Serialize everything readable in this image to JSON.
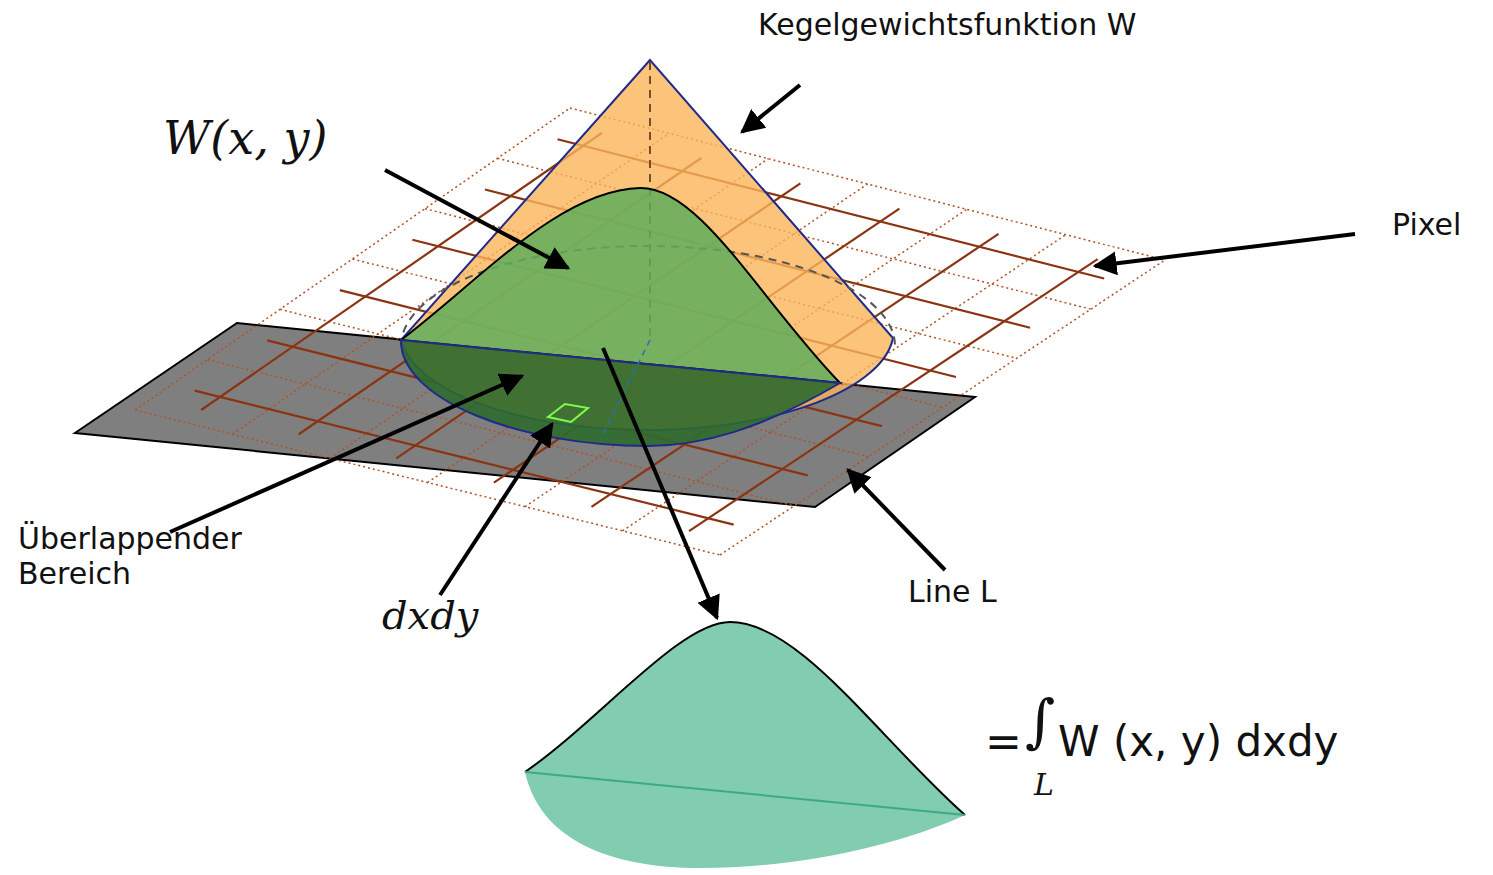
{
  "diagram": {
    "labels": [
      "Kegelgewichtsfunktion W",
      "W(x, y)",
      "Pixel",
      "Überlappender Bereich",
      "dxdy",
      "Line L",
      "=",
      "∫",
      "L",
      "W (x, y) dxdy"
    ]
  }
}
